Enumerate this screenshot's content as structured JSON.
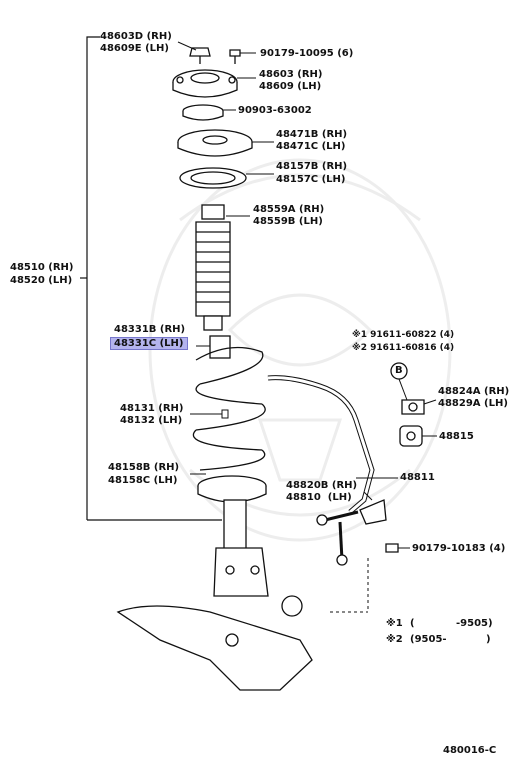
{
  "diagram": {
    "figure_code": "480016-C",
    "note_markers": {
      "mark1": "※1",
      "mark2": "※2"
    },
    "labels": {
      "insulator_nut": {
        "rh": "48603D (RH)",
        "lh": "48609E (LH)"
      },
      "mount_bolt": "90179-10095 (6)",
      "support": {
        "rh": "48603 (RH)",
        "lh": "48609 (LH)"
      },
      "bearing": "90903-63002",
      "upper_seat": {
        "rh": "48471B (RH)",
        "lh": "48471C (LH)"
      },
      "upper_insulator": {
        "rh": "48157B (RH)",
        "lh": "48157C (LH)"
      },
      "dust_boot": {
        "rh": "48559A (RH)",
        "lh": "48559B (LH)"
      },
      "strut_assy": {
        "rh": "48510 (RH)",
        "lh": "48520 (LH)"
      },
      "bumper": {
        "rh": "48331B (RH)",
        "lh": "48331C (LH)"
      },
      "bracket_bolt_1": "※1 91611-60822 (4)",
      "bracket_bolt_2": "※2 91611-60816 (4)",
      "callout_b": "B",
      "stabilizer_bracket": {
        "rh": "48824A (RH)",
        "lh": "48829A (LH)"
      },
      "coil_spring": {
        "rh": "48131 (RH)",
        "lh": "48132 (LH)"
      },
      "bushing": "48815",
      "lower_insulator": {
        "rh": "48158B (RH)",
        "lh": "48158C (LH)"
      },
      "stabilizer_bar": "48811",
      "link": {
        "rh": "48820B (RH)",
        "lh": "48810  (LH)"
      },
      "link_nut": "90179-10183 (4)",
      "note_1": {
        "open": "(",
        "range": "-9505)"
      },
      "note_2": {
        "open": "(9505-",
        "close": ")"
      }
    }
  }
}
